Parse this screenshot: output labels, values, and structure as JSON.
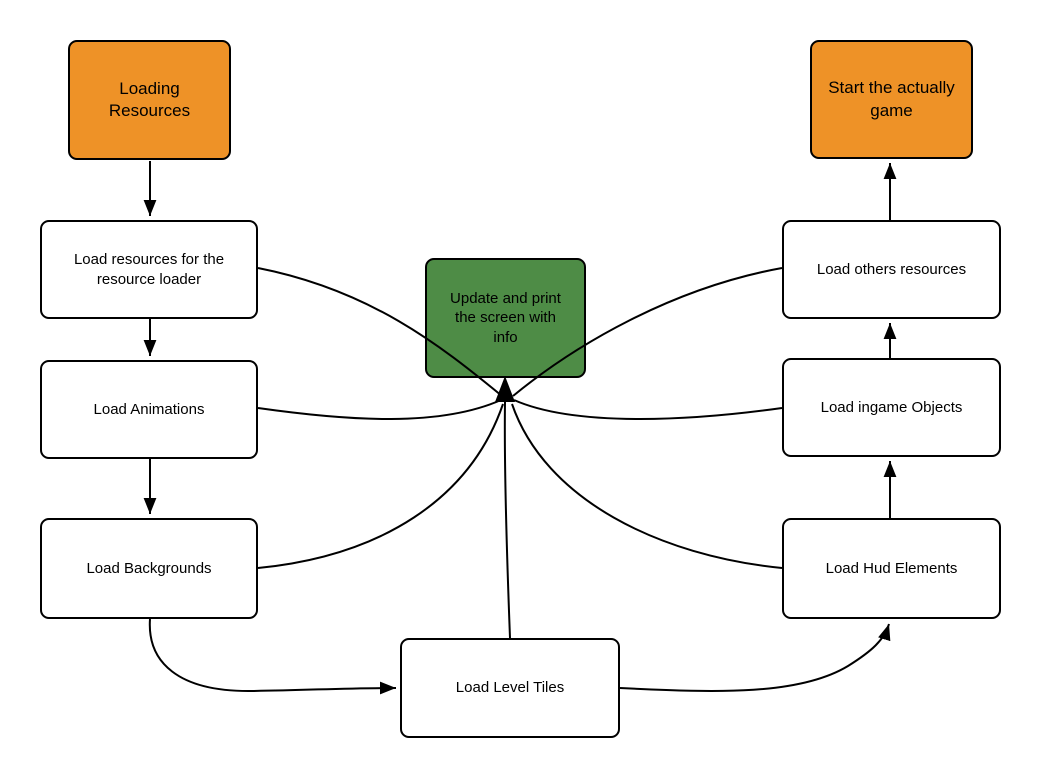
{
  "diagram": {
    "type": "flowchart",
    "colors": {
      "start_end_fill": "#EE9227",
      "process_highlight_fill": "#4E8C46",
      "node_fill": "#FFFFFF",
      "node_border": "#000000",
      "edge_stroke": "#000000",
      "text": "#000000",
      "background": "#FFFFFF"
    },
    "nodes": {
      "loading_resources": {
        "label": "Loading Resources",
        "shape": "rounded-rect",
        "fill": "orange"
      },
      "load_resources_loader": {
        "label": "Load resources for the resource loader",
        "shape": "rounded-rect",
        "fill": "white"
      },
      "load_animations": {
        "label": "Load Animations",
        "shape": "rounded-rect",
        "fill": "white"
      },
      "load_backgrounds": {
        "label": "Load Backgrounds",
        "shape": "rounded-rect",
        "fill": "white"
      },
      "load_level_tiles": {
        "label": "Load Level Tiles",
        "shape": "rounded-rect",
        "fill": "white"
      },
      "load_hud_elements": {
        "label": "Load Hud Elements",
        "shape": "rounded-rect",
        "fill": "white"
      },
      "load_ingame_objects": {
        "label": "Load ingame Objects",
        "shape": "rounded-rect",
        "fill": "white"
      },
      "load_others_resources": {
        "label": "Load others resources",
        "shape": "rounded-rect",
        "fill": "white"
      },
      "update_print_screen": {
        "label": "Update and print the screen with info",
        "shape": "rounded-rect",
        "fill": "green"
      },
      "start_game": {
        "label": "Start the actually game",
        "shape": "rounded-rect",
        "fill": "orange"
      }
    },
    "edges": [
      {
        "from": "loading_resources",
        "to": "load_resources_loader",
        "arrow": true
      },
      {
        "from": "load_resources_loader",
        "to": "load_animations",
        "arrow": true
      },
      {
        "from": "load_animations",
        "to": "load_backgrounds",
        "arrow": true
      },
      {
        "from": "load_backgrounds",
        "to": "load_level_tiles",
        "arrow": true
      },
      {
        "from": "load_level_tiles",
        "to": "load_hud_elements",
        "arrow": true
      },
      {
        "from": "load_hud_elements",
        "to": "load_ingame_objects",
        "arrow": true
      },
      {
        "from": "load_ingame_objects",
        "to": "load_others_resources",
        "arrow": true
      },
      {
        "from": "load_others_resources",
        "to": "start_game",
        "arrow": true
      },
      {
        "from": "load_resources_loader",
        "to": "update_print_screen",
        "arrow": true
      },
      {
        "from": "load_animations",
        "to": "update_print_screen",
        "arrow": true
      },
      {
        "from": "load_backgrounds",
        "to": "update_print_screen",
        "arrow": true
      },
      {
        "from": "load_level_tiles",
        "to": "update_print_screen",
        "arrow": true
      },
      {
        "from": "load_hud_elements",
        "to": "update_print_screen",
        "arrow": true
      },
      {
        "from": "load_ingame_objects",
        "to": "update_print_screen",
        "arrow": true
      },
      {
        "from": "load_others_resources",
        "to": "update_print_screen",
        "arrow": true
      }
    ]
  }
}
